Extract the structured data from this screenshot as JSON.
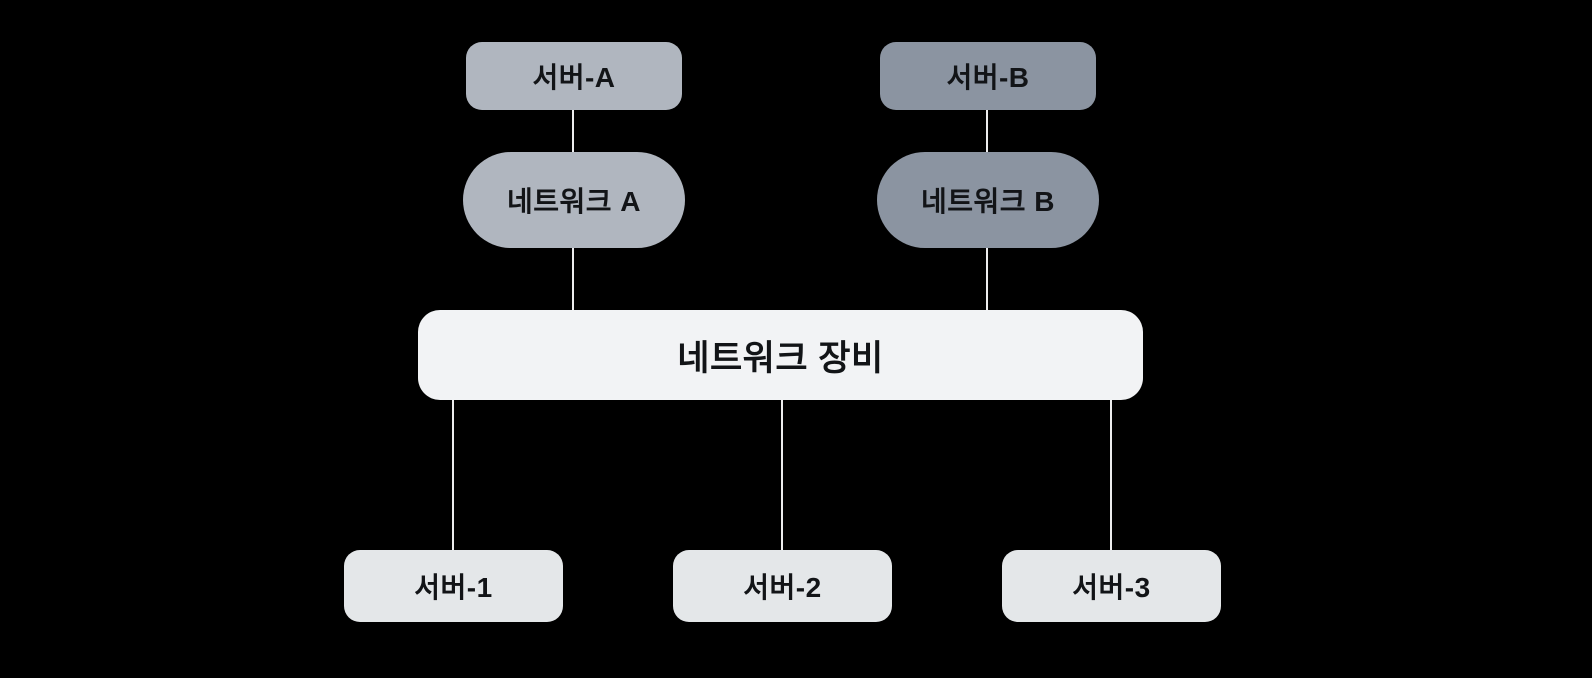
{
  "diagram": {
    "title": "network-topology",
    "background_color": "#000000",
    "edge_color": "#ededee",
    "text_color": "#121417",
    "colors": {
      "light_gray_node": "#b0b6bf",
      "dark_gray_node": "#8b94a1",
      "white_node_hub": "#f2f3f5",
      "white_node_server": "#e4e7e9"
    },
    "nodes": {
      "server_a": {
        "label": "서버-A",
        "shape": "rounded-rect",
        "fill": "#b0b6bf"
      },
      "server_b": {
        "label": "서버-B",
        "shape": "rounded-rect",
        "fill": "#8b94a1"
      },
      "network_a": {
        "label": "네트워크 A",
        "shape": "pill",
        "fill": "#b0b6bf"
      },
      "network_b": {
        "label": "네트워크 B",
        "shape": "pill",
        "fill": "#8b94a1"
      },
      "network_device": {
        "label": "네트워크 장비",
        "shape": "rounded-rect",
        "fill": "#f2f3f5"
      },
      "server_1": {
        "label": "서버-1",
        "shape": "rounded-rect",
        "fill": "#e4e7e9"
      },
      "server_2": {
        "label": "서버-2",
        "shape": "rounded-rect",
        "fill": "#e4e7e9"
      },
      "server_3": {
        "label": "서버-3",
        "shape": "rounded-rect",
        "fill": "#e4e7e9"
      }
    },
    "edges": [
      {
        "from": "server_a",
        "to": "network_a"
      },
      {
        "from": "network_a",
        "to": "network_device"
      },
      {
        "from": "server_b",
        "to": "network_b"
      },
      {
        "from": "network_b",
        "to": "network_device"
      },
      {
        "from": "network_device",
        "to": "server_1"
      },
      {
        "from": "network_device",
        "to": "server_2"
      },
      {
        "from": "network_device",
        "to": "server_3"
      }
    ]
  }
}
